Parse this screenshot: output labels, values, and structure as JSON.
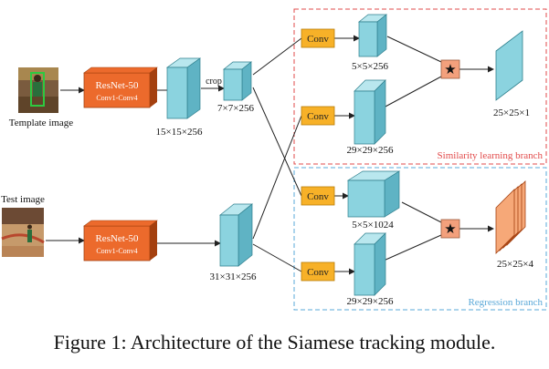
{
  "colors": {
    "resnet_fill": "#ec6a2c",
    "resnet_stroke": "#a4400f",
    "conv_fill": "#f7b128",
    "conv_stroke": "#b77c06",
    "cube_front": "#8bd3df",
    "cube_top": "#b9e7ee",
    "cube_side": "#5fb3c4",
    "star_fill": "#f3a07c",
    "output_stack": "#f6a878",
    "similarity_branch_border": "#e24b4b",
    "regression_branch_border": "#5aa8d8"
  },
  "inputs": {
    "template_label": "Template image",
    "test_label": "Test image"
  },
  "backbone": {
    "title": "ResNet-50",
    "subtitle": "Conv1-Conv4"
  },
  "operations": {
    "crop_label": "crop",
    "conv_label": "Conv",
    "correlation_symbol": "★"
  },
  "features": {
    "template_full": "15×15×256",
    "template_crop": "7×7×256",
    "test_features": "31×31×256",
    "sim_kernel": "5×5×256",
    "sim_search": "29×29×256",
    "sim_output": "25×25×1",
    "reg_kernel": "5×5×1024",
    "reg_search": "29×29×256",
    "reg_output": "25×25×4"
  },
  "branches": {
    "similarity": "Similarity learning branch",
    "regression": "Regression branch"
  },
  "caption": "Figure 1: Architecture of the Siamese tracking module."
}
